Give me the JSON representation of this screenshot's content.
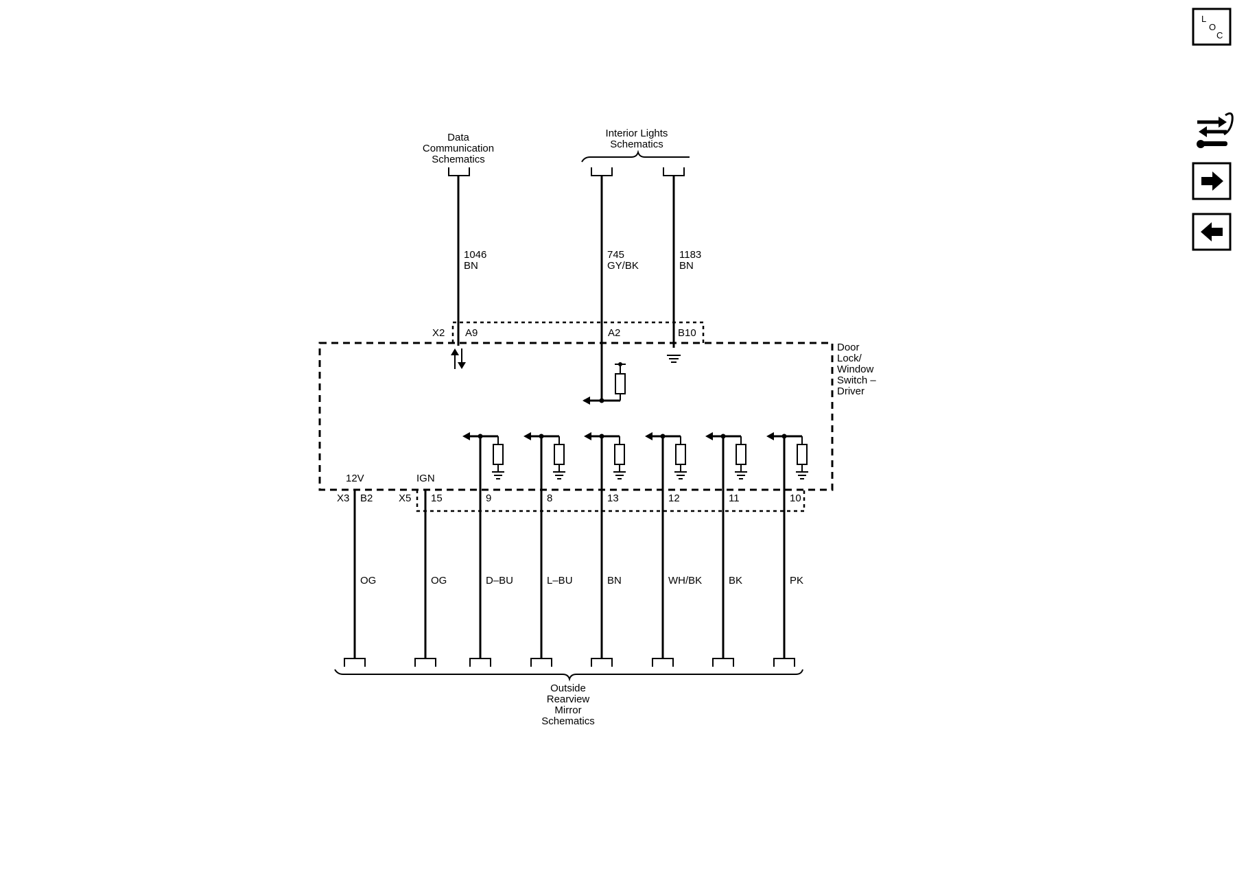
{
  "header_refs": {
    "data_comm": [
      "Data",
      "Communication",
      "Schematics"
    ],
    "interior_lights": [
      "Interior Lights",
      "Schematics"
    ],
    "outside_mirror": [
      "Outside",
      "Rearview",
      "Mirror",
      "Schematics"
    ]
  },
  "top_wires": [
    {
      "circuit": "1046",
      "color": "BN",
      "pin": "A9"
    },
    {
      "circuit": "745",
      "color": "GY/BK",
      "pin": "A2"
    },
    {
      "circuit": "1183",
      "color": "BN",
      "pin": "B10"
    }
  ],
  "connectors": {
    "x2": "X2",
    "x3": "X3",
    "x5": "X5"
  },
  "component": {
    "name": [
      "Door",
      "Lock/",
      "Window",
      "Switch –",
      "Driver"
    ]
  },
  "supply_labels": {
    "v12": "12V",
    "ign": "IGN"
  },
  "bottom_wires": [
    {
      "pin": "B2",
      "color": "OG"
    },
    {
      "pin": "15",
      "color": "OG"
    },
    {
      "pin": "9",
      "color": "D–BU"
    },
    {
      "pin": "8",
      "color": "L–BU"
    },
    {
      "pin": "13",
      "color": "BN"
    },
    {
      "pin": "12",
      "color": "WH/BK"
    },
    {
      "pin": "11",
      "color": "BK"
    },
    {
      "pin": "10",
      "color": "PK"
    }
  ],
  "nav": {
    "loc_letters": [
      "L",
      "O",
      "C"
    ],
    "icons": [
      "loc-icon",
      "component-locator-icon",
      "next-arrow-icon",
      "previous-arrow-icon"
    ]
  }
}
